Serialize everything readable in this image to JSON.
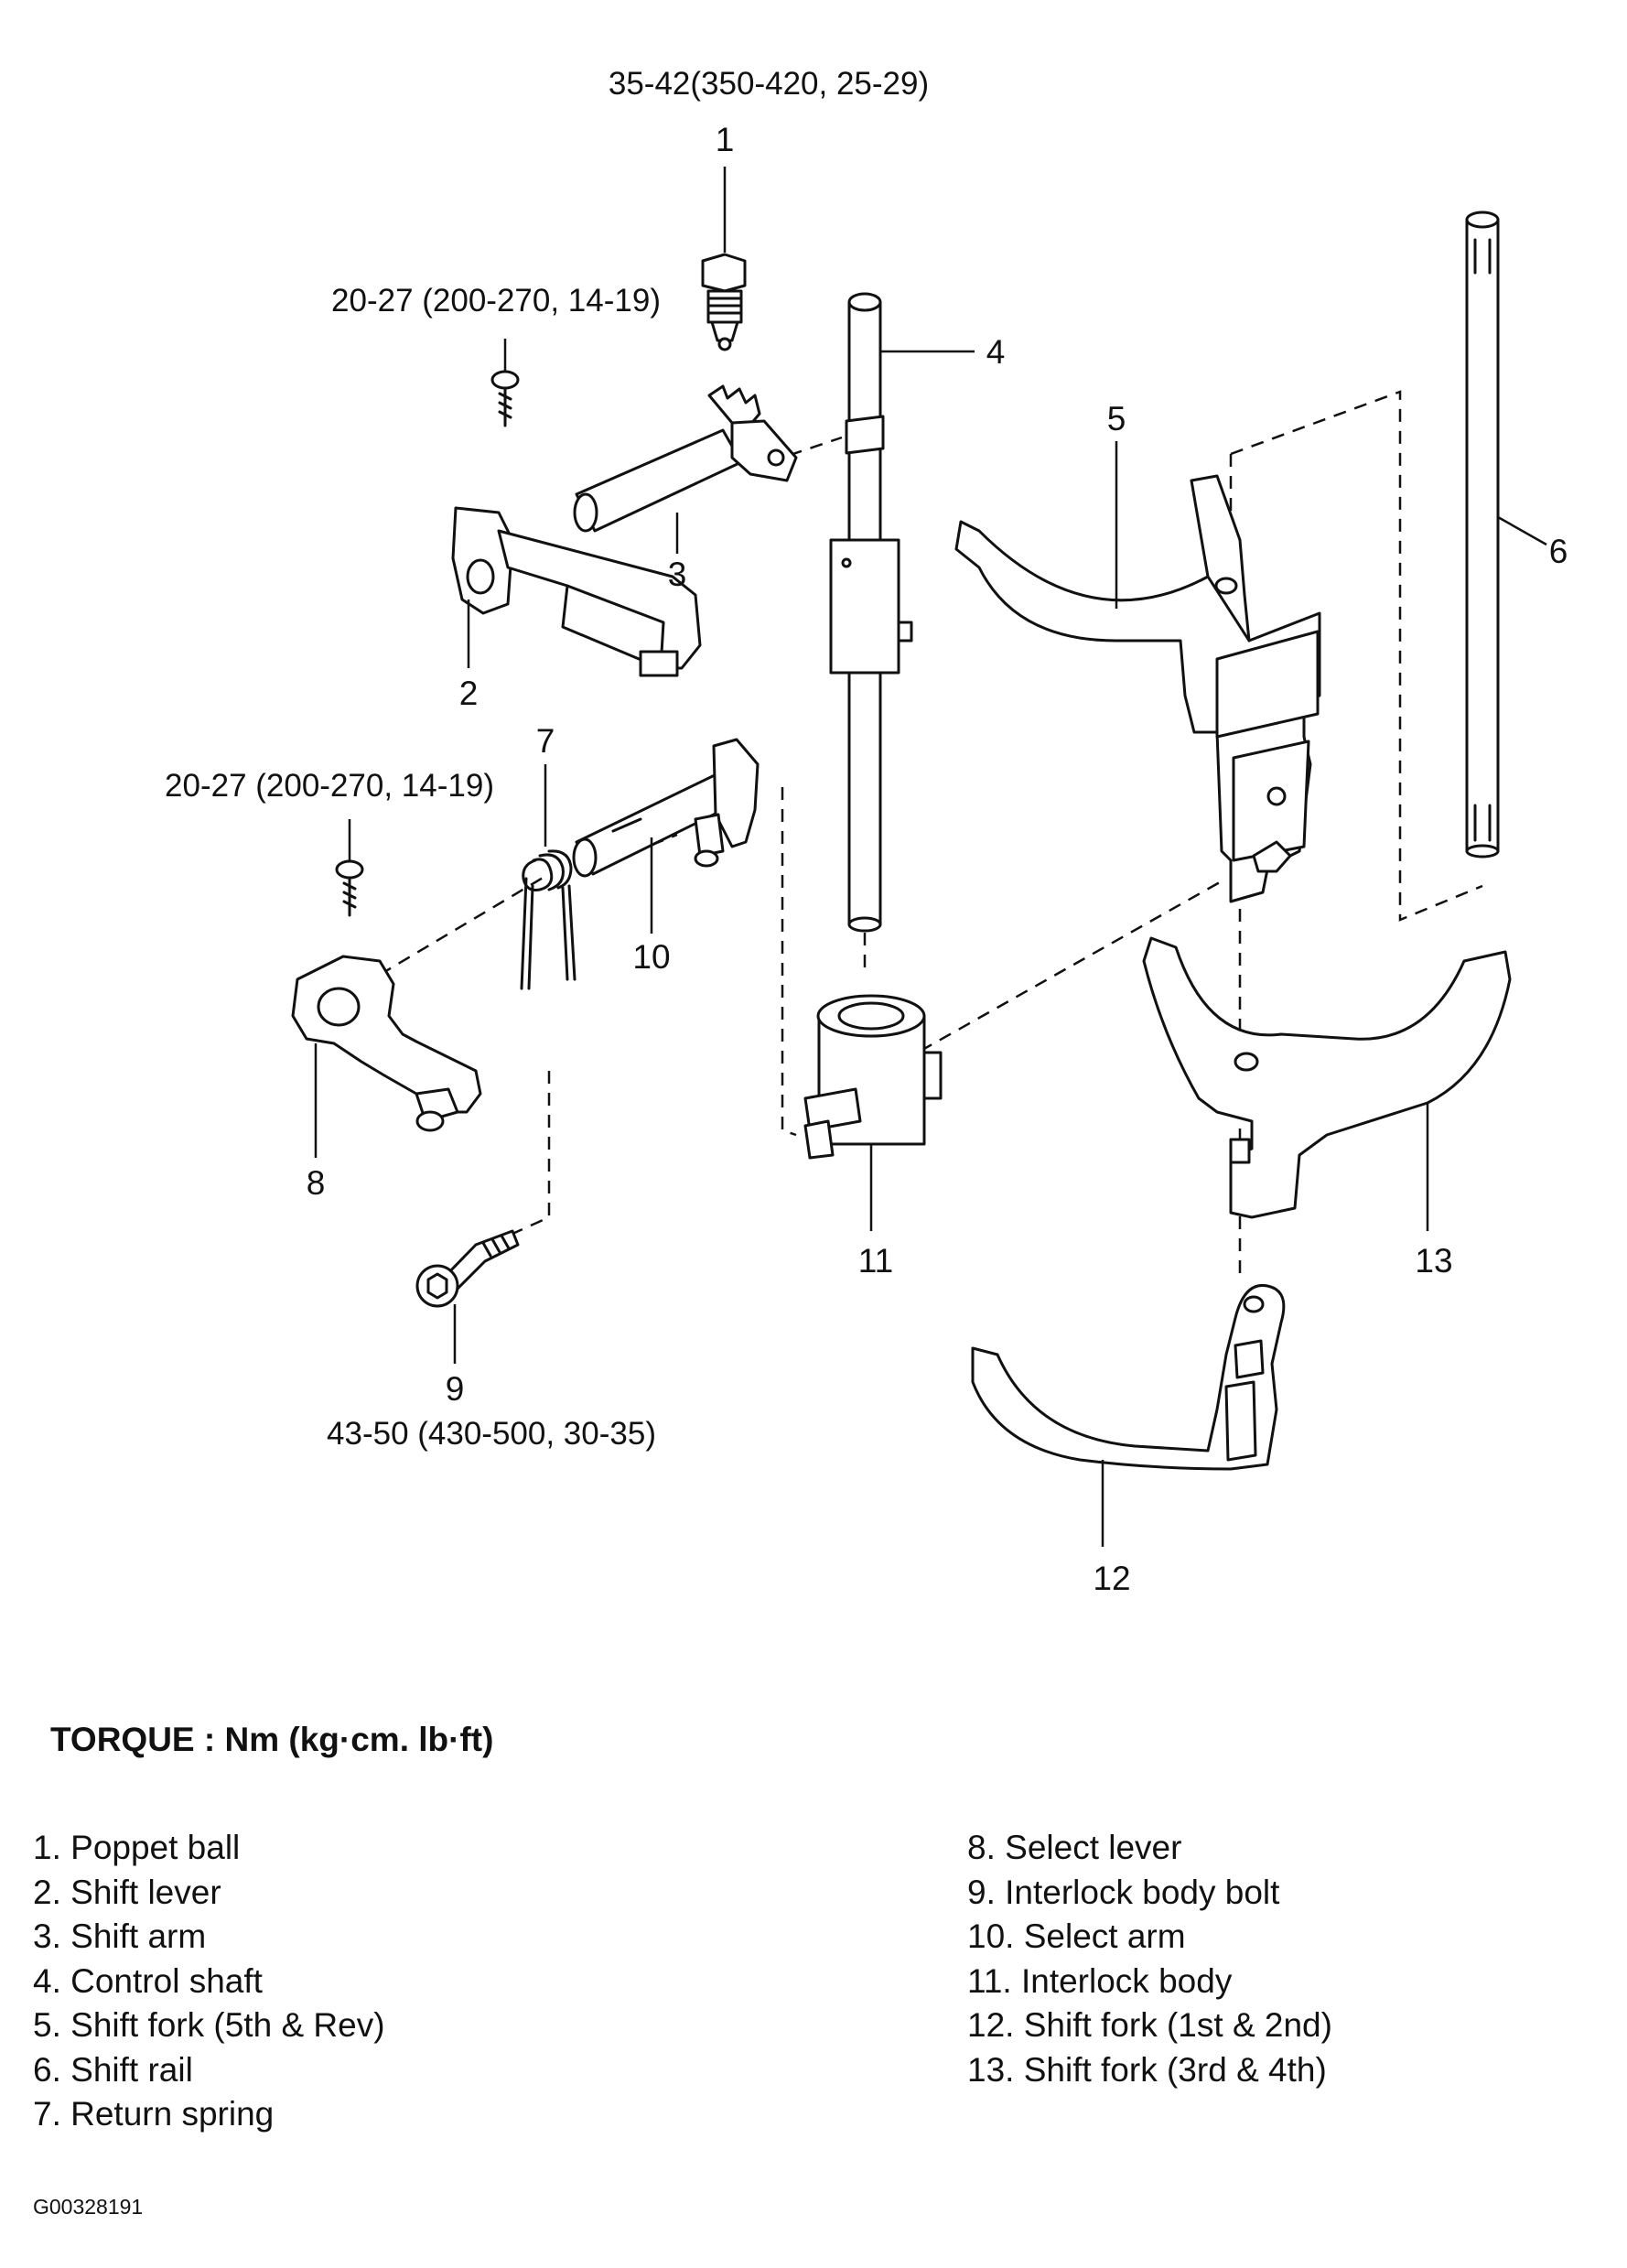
{
  "torques": {
    "poppet_ball": "35-42(350-420, 25-29)",
    "shift_lever_bolt": "20-27 (200-270, 14-19)",
    "select_lever_bolt": "20-27 (200-270, 14-19)",
    "interlock_bolt": "43-50 (430-500, 30-35)"
  },
  "callouts": [
    "1",
    "2",
    "3",
    "4",
    "5",
    "6",
    "7",
    "8",
    "9",
    "10",
    "11",
    "12",
    "13"
  ],
  "torque_heading": "TORQUE : Nm (kg·cm. lb·ft)",
  "legend_left": [
    "1. Poppet ball",
    "2. Shift lever",
    "3. Shift arm",
    "4. Control shaft",
    "5. Shift fork (5th & Rev)",
    "6. Shift rail",
    "7. Return spring"
  ],
  "legend_right": [
    "8. Select lever",
    "9. Interlock body bolt",
    "10. Select arm",
    "11. Interlock body",
    "12. Shift fork (1st & 2nd)",
    "13. Shift fork (3rd & 4th)"
  ],
  "figure_code": "G00328191"
}
